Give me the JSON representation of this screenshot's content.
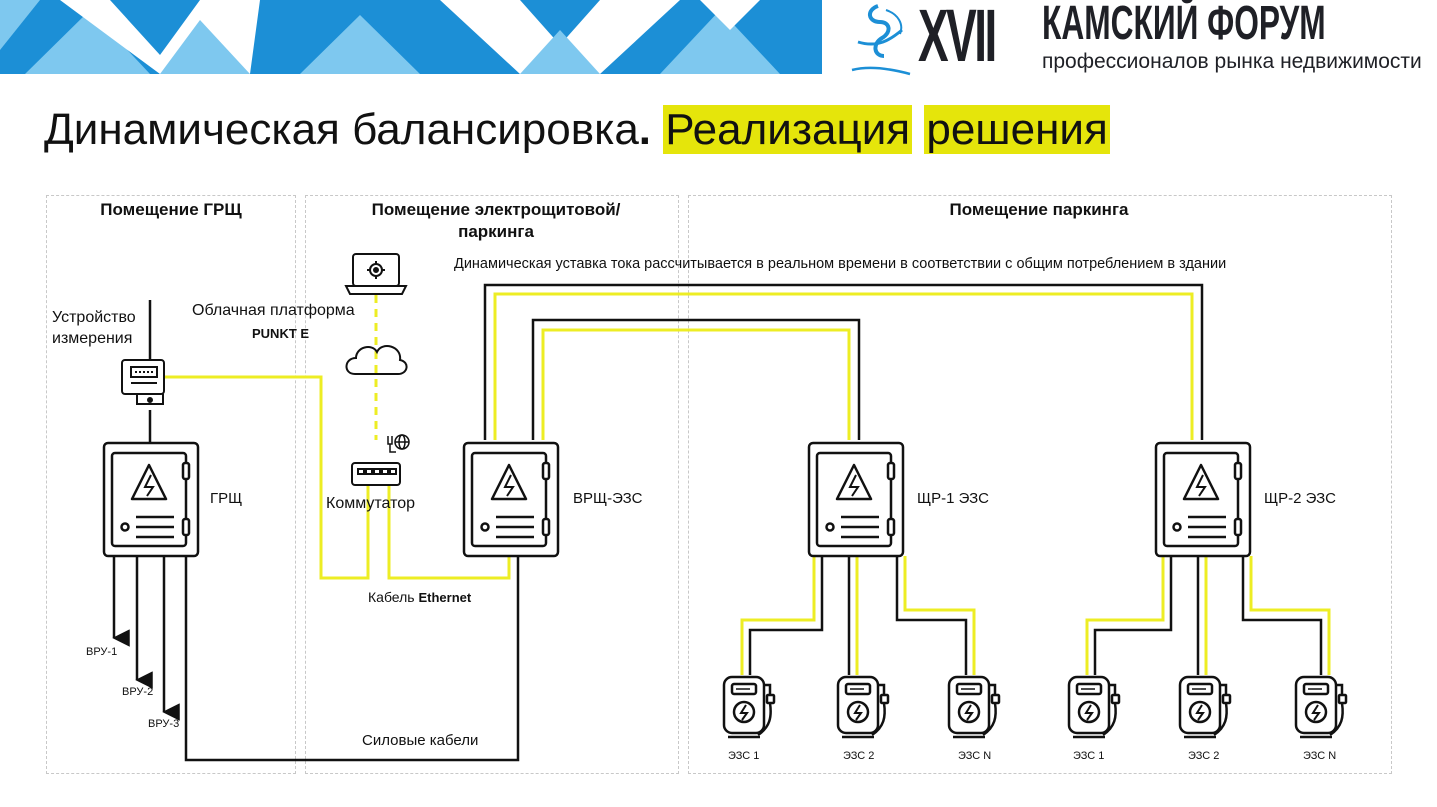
{
  "header": {
    "logo_numeral": "XVII",
    "logo_title": "КАМСКИЙ ФОРУМ",
    "logo_subtitle": "профессионалов рынка недвижимости"
  },
  "slide": {
    "title_part1": "Динамическая балансировка",
    "title_dot": ".",
    "title_hl1": "Реализация",
    "title_hl2": "решения"
  },
  "zones": {
    "grsh_room": "Помещение ГРЩ",
    "panel_room": "Помещение электрощитовой/паркинга",
    "parking_room": "Помещение паркинга"
  },
  "labels": {
    "note": "Динамическая уставка тока рассчитывается в реальном времени в соответствии с общим потреблением в здании",
    "meter_device": "Устройство измерения",
    "cloud_platform": "Облачная платформа",
    "platform_name": "PUNKT E",
    "switch": "Коммутатор",
    "cable_prefix": "Кабель",
    "cable_type": "Ethernet",
    "power_cables": "Силовые кабели",
    "grsh": "ГРЩ",
    "vrsh": "ВРЩ-ЭЗС",
    "shr1": "ЩР-1 ЭЗС",
    "shr2": "ЩР-2 ЭЗС",
    "vru1": "ВРУ-1",
    "vru2": "ВРУ-2",
    "vru3": "ВРУ-3"
  },
  "chargers": {
    "group1": [
      "ЭЗС 1",
      "ЭЗС 2",
      "ЭЗС N"
    ],
    "group2": [
      "ЭЗС 1",
      "ЭЗС 2",
      "ЭЗС N"
    ]
  },
  "colors": {
    "data_line": "#eded24",
    "power_line": "#111111",
    "highlight": "#e5e50b",
    "banner_blue": "#1c8fd6",
    "banner_light": "#7ec8ef"
  },
  "icons": [
    "laptop-gear-icon",
    "cloud-icon",
    "router-icon",
    "globe-plug-icon",
    "energy-meter-icon",
    "electrical-cabinet-icon",
    "ev-charger-icon",
    "arrow-down-icon"
  ]
}
